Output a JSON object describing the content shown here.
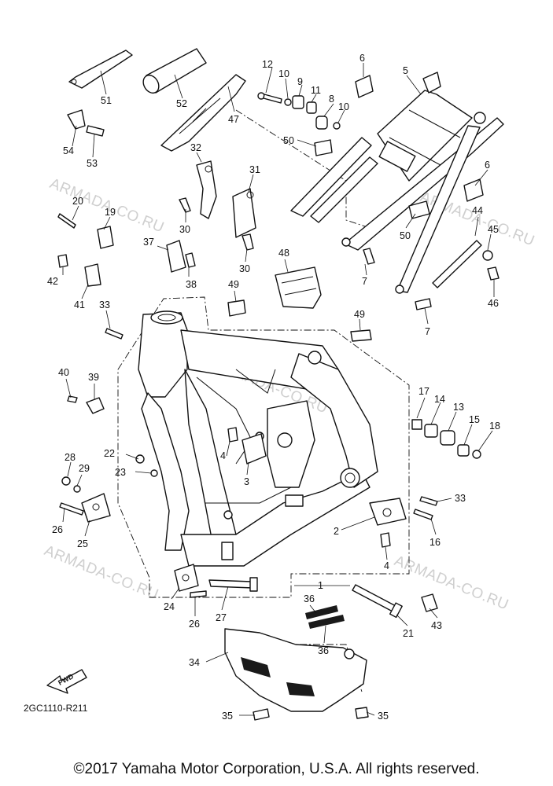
{
  "diagram": {
    "part_numbers": [
      "1",
      "2",
      "3",
      "4",
      "4",
      "5",
      "6",
      "6",
      "7",
      "7",
      "8",
      "9",
      "10",
      "10",
      "11",
      "12",
      "13",
      "14",
      "15",
      "16",
      "17",
      "18",
      "19",
      "20",
      "21",
      "22",
      "23",
      "24",
      "25",
      "26",
      "26",
      "27",
      "28",
      "29",
      "30",
      "30",
      "31",
      "32",
      "33",
      "33",
      "34",
      "35",
      "35",
      "36",
      "36",
      "37",
      "38",
      "39",
      "40",
      "41",
      "42",
      "43",
      "44",
      "45",
      "46",
      "47",
      "48",
      "49",
      "49",
      "50",
      "50",
      "51",
      "52",
      "53",
      "54"
    ],
    "watermark": "ARMADA-CO.RU",
    "drawing_code": "2GC1110-R211",
    "fwd_label": "FWD"
  },
  "footer": {
    "copyright": "©2017 Yamaha Motor Corporation, U.S.A. All rights reserved."
  }
}
